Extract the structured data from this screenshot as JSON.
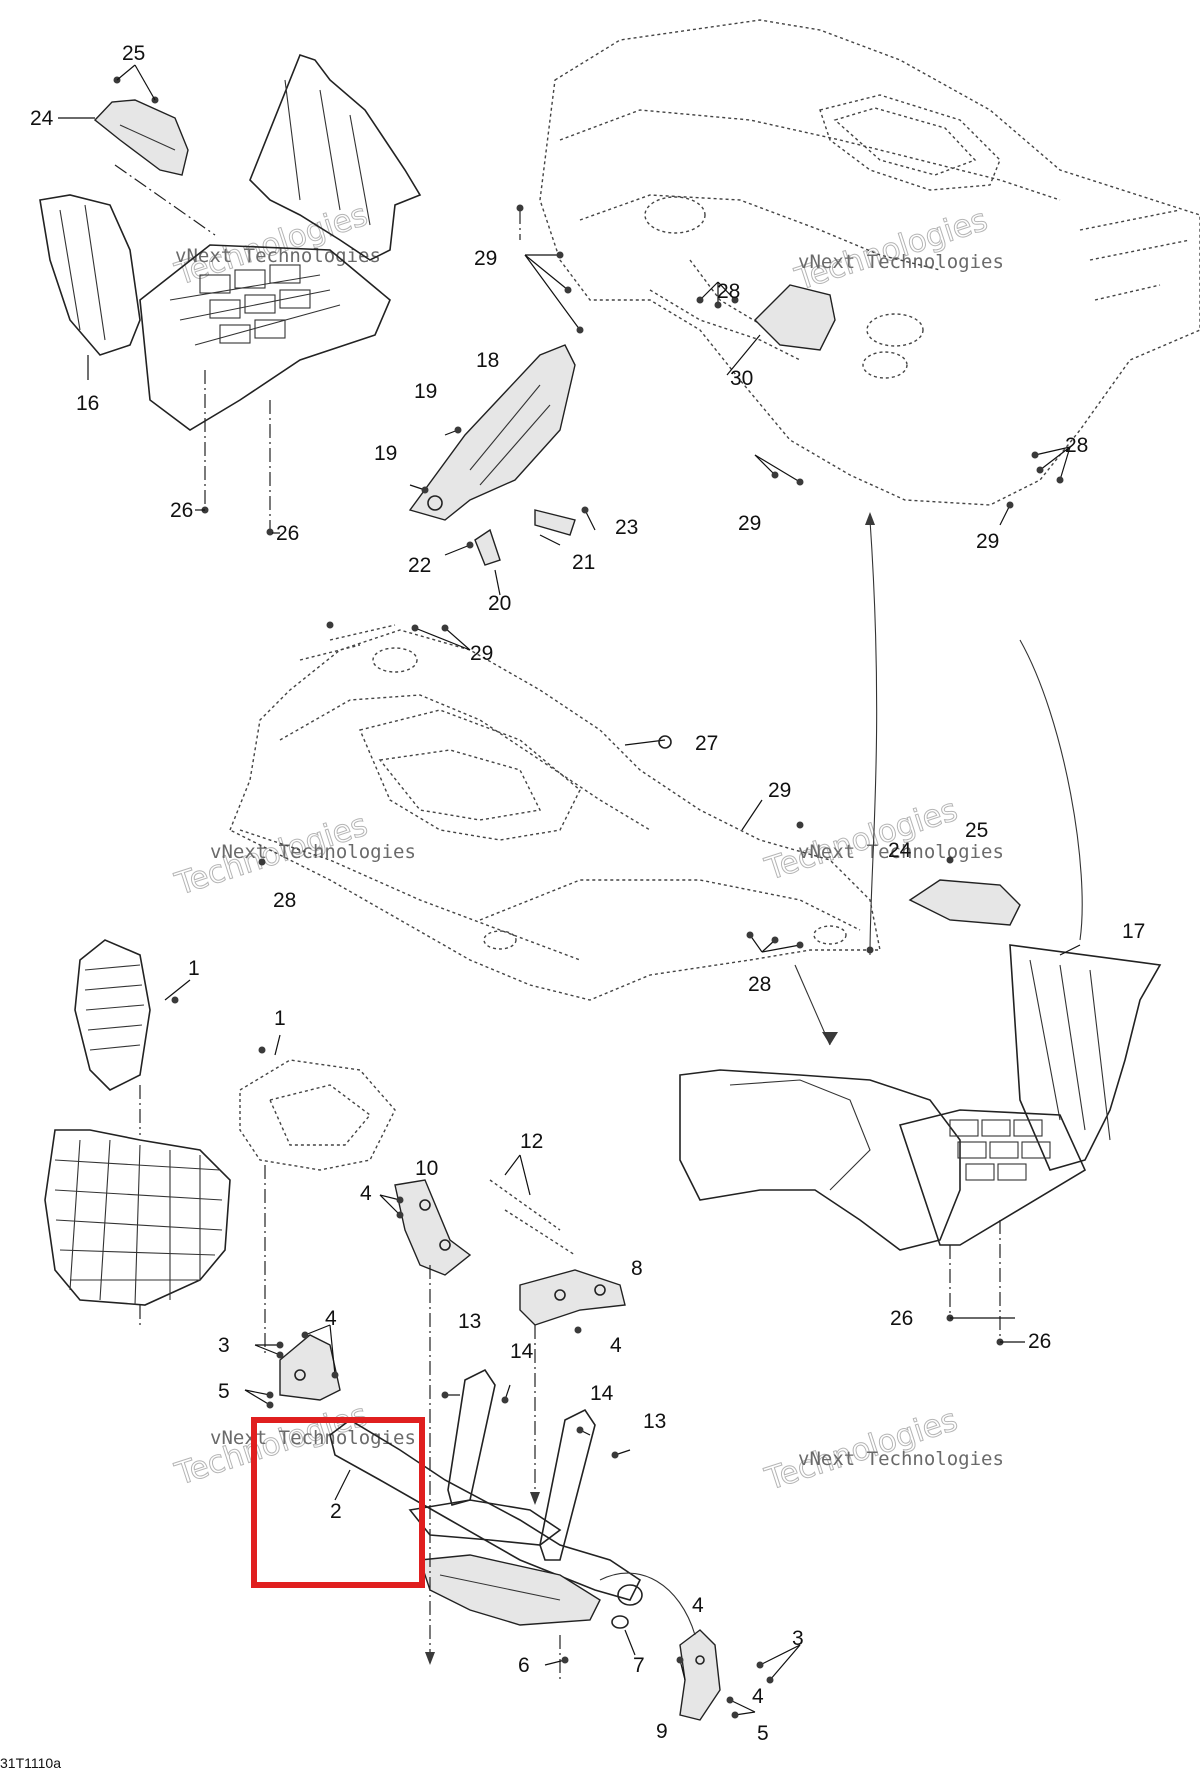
{
  "callouts": {
    "c1a": "1",
    "c1b": "1",
    "c2": "2",
    "c3a": "3",
    "c3b": "3",
    "c4a": "4",
    "c4b": "4",
    "c4c": "4",
    "c4d": "4",
    "c4e": "4",
    "c5a": "5",
    "c5b": "5",
    "c6": "6",
    "c7": "7",
    "c8": "8",
    "c9": "9",
    "c10": "10",
    "c12": "12",
    "c13a": "13",
    "c13b": "13",
    "c14a": "14",
    "c14b": "14",
    "c16": "16",
    "c17": "17",
    "c18": "18",
    "c19a": "19",
    "c19b": "19",
    "c20": "20",
    "c21": "21",
    "c22": "22",
    "c23": "23",
    "c24a": "24",
    "c24b": "24",
    "c25a": "25",
    "c25b": "25",
    "c26a": "26",
    "c26b": "26",
    "c26c": "26",
    "c26d": "26",
    "c27": "27",
    "c28a": "28",
    "c28b": "28",
    "c28c": "28",
    "c28d": "28",
    "c29a": "29",
    "c29b": "29",
    "c29c": "29",
    "c29d": "29",
    "c29e": "29",
    "c30": "30"
  },
  "watermark": {
    "line1": "vNext Technologies",
    "line2": "Technologies"
  },
  "figure_ref": "31T1110a",
  "highlight_box": {
    "color": "#e01f1f",
    "target_callout": "2"
  }
}
